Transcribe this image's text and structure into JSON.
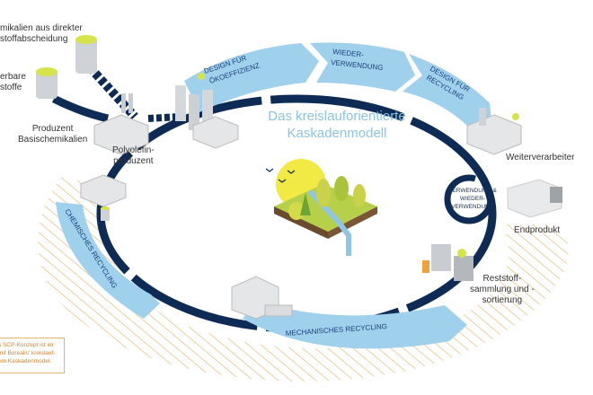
{
  "title": {
    "line1": "Das kreislauforientierte",
    "line2": "Kaskadenmodell"
  },
  "inputs": {
    "direct_capture": [
      "mikalien aus direkter",
      "stoffabscheidung"
    ],
    "renewable": [
      "erbare",
      "stoffe"
    ]
  },
  "stations": {
    "basic_chemicals": [
      "Produzent",
      "Basischemikalien"
    ],
    "polyolefin": [
      "Polyolefin-",
      "produzent"
    ],
    "converter": "Weiterverarbeiter",
    "end_product": "Endprodukt",
    "waste_collection": [
      "Reststoff-",
      "sammlung und -",
      "sortierung"
    ]
  },
  "arrows": {
    "design_eco": [
      "DESIGN FÜR",
      "ÖKOEFFIZIENZ"
    ],
    "reuse": [
      "WIEDER-",
      "VERWENDUNG"
    ],
    "design_recycling": [
      "DESIGN FÜR",
      "RECYCLING"
    ],
    "chemical_recycling": "CHEMISCHES RECYCLING",
    "mechanical_recycling": "MECHANISCHES RECYCLING"
  },
  "inner_loop": [
    "VERWENDUNG &",
    "WIEDER-",
    "VERWENDUNG"
  ],
  "note": [
    "s SCP-Konzept ist im",
    "mit Borealis' kreislauf-",
    "em Kaskadenmodel."
  ],
  "colors": {
    "navy": "#0d2b55",
    "light_blue": "#9fd0ec",
    "title_blue": "#8cc4e3",
    "hatch": "#e3b36a",
    "barrel_top": "#d6e34a"
  }
}
